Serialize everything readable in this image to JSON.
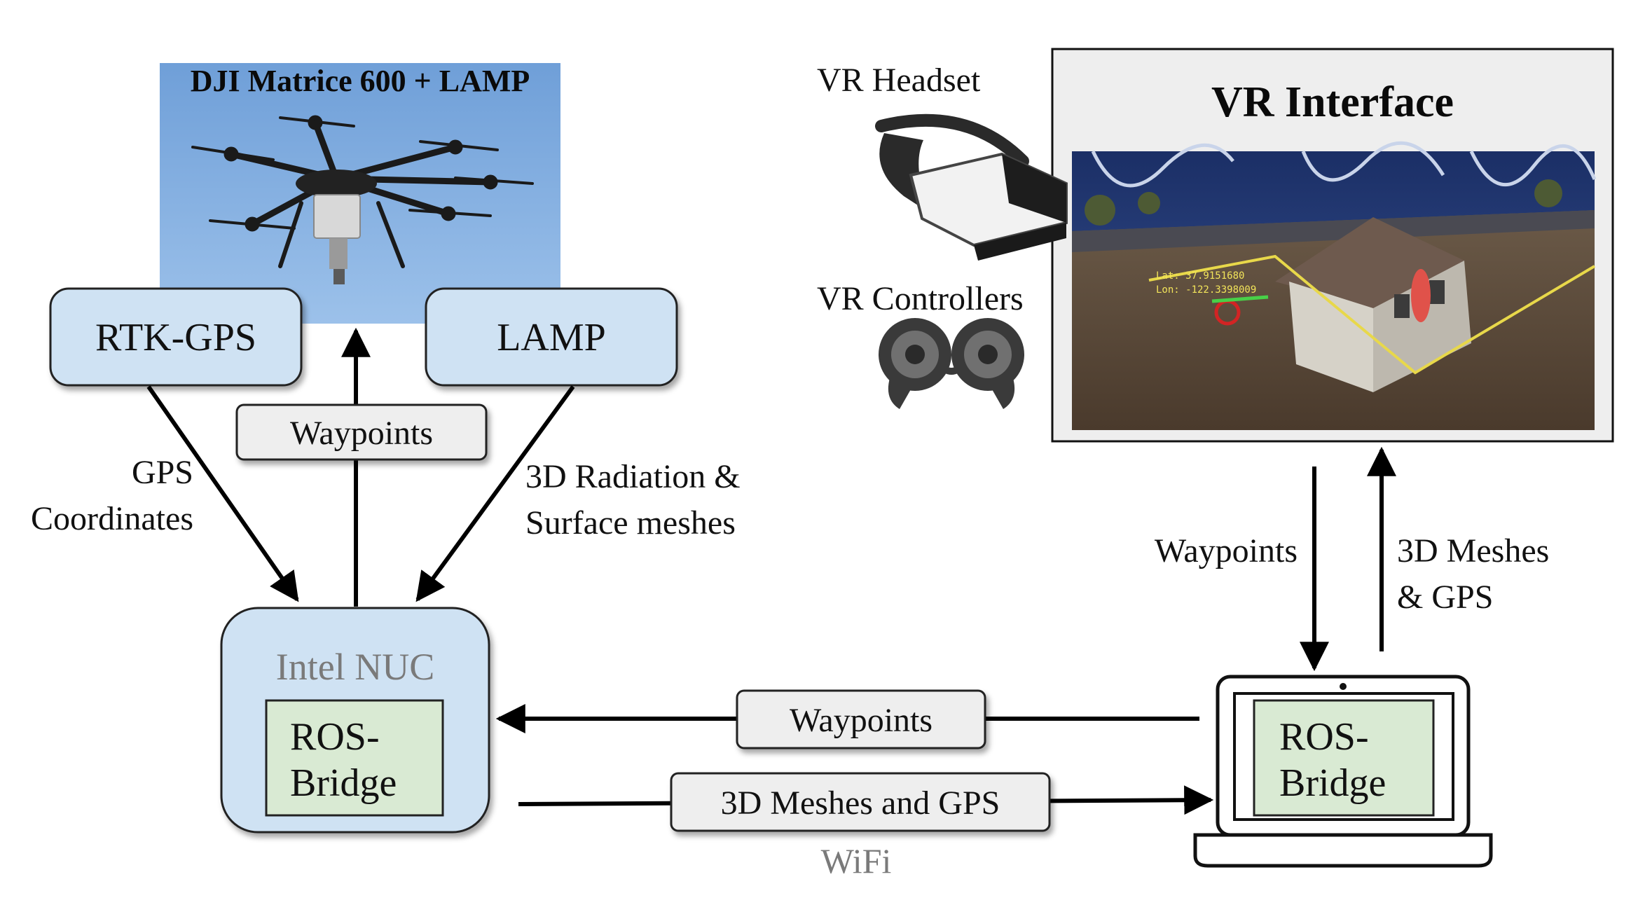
{
  "drone": {
    "title": "DJI Matrice 600 + LAMP"
  },
  "boxes": {
    "rtk_gps": "RTK-GPS",
    "lamp": "LAMP",
    "intel_nuc": "Intel NUC",
    "ros_bridge_nuc_line1": "ROS-",
    "ros_bridge_nuc_line2": "Bridge",
    "ros_bridge_laptop_line1": "ROS-",
    "ros_bridge_laptop_line2": "Bridge"
  },
  "edge_labels": {
    "waypoints_drone": "Waypoints",
    "gps_coordinates_line1": "GPS",
    "gps_coordinates_line2": "Coordinates",
    "radiation_line1": "3D Radiation &",
    "radiation_line2": "Surface meshes",
    "waypoints_wifi": "Waypoints",
    "meshes_gps_wifi": "3D Meshes and GPS",
    "wifi": "WiFi",
    "waypoints_vr": "Waypoints",
    "meshes_gps_vr_line1": "3D Meshes",
    "meshes_gps_vr_line2": "& GPS"
  },
  "vr": {
    "title": "VR Interface",
    "headset_label": "VR Headset",
    "controllers_label": "VR Controllers",
    "screen_lat": "Lat: 37.9151680",
    "screen_lon": "Lon: -122.3398009"
  },
  "colors": {
    "box_blue": "#cfe2f3",
    "box_green": "#d9ead3",
    "label_grey": "#eeeeee",
    "sky_blue": "#7fa9dd",
    "wifi_text": "#7a7a7a"
  }
}
